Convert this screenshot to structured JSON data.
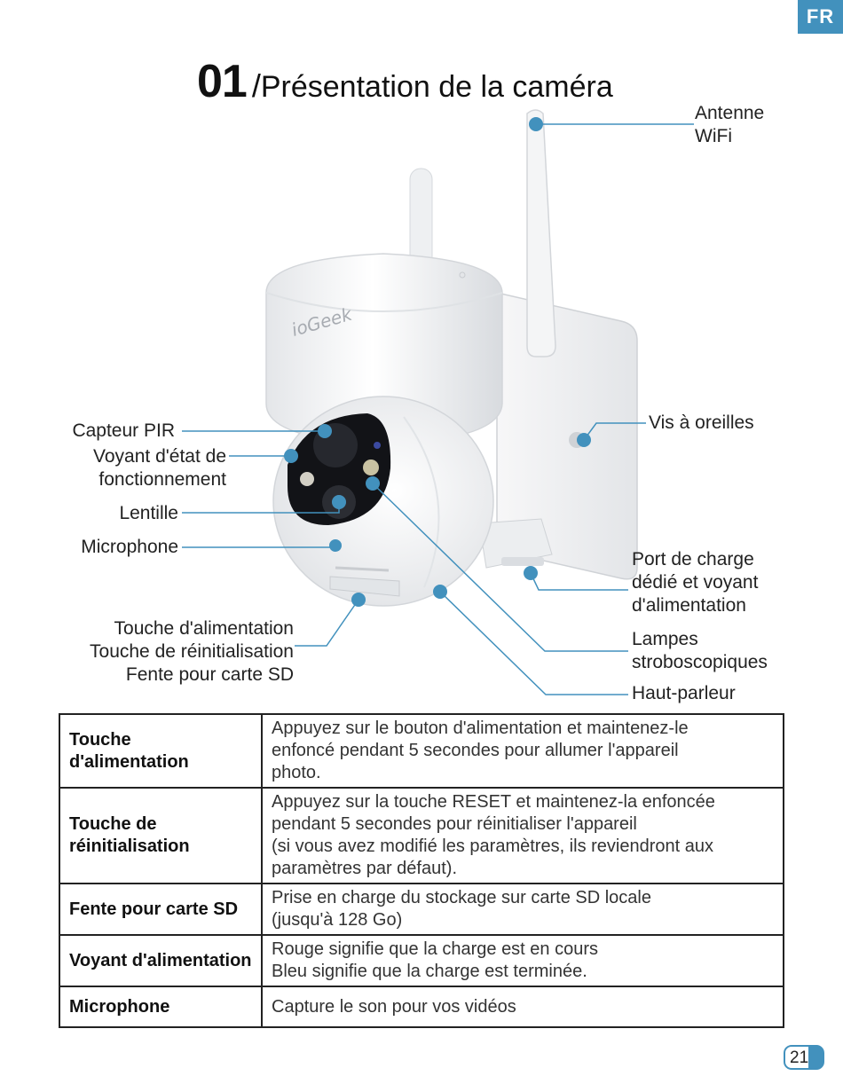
{
  "lang_tab": "FR",
  "title": {
    "number": "01",
    "slash": "/",
    "text": "Présentation de la caméra"
  },
  "camera": {
    "brand": "ioGeek"
  },
  "labels": {
    "antenna": [
      "Antenne",
      "WiFi"
    ],
    "pir": "Capteur PIR",
    "status_led": [
      "Voyant d'état de",
      "fonctionnement"
    ],
    "lens": "Lentille",
    "microphone": "Microphone",
    "buttons": [
      "Touche d'alimentation",
      "Touche de réinitialisation",
      "Fente pour carte SD"
    ],
    "ear_screws": "Vis à oreilles",
    "charge_port": [
      "Port de charge",
      "dédié et voyant",
      "d'alimentation"
    ],
    "strobe": [
      "Lampes",
      "stroboscopiques"
    ],
    "speaker": "Haut-parleur"
  },
  "table": [
    {
      "key": "Touche d'alimentation",
      "value": [
        "Appuyez sur le bouton d'alimentation et maintenez-le",
        "enfoncé pendant 5 secondes pour allumer l'appareil",
        "photo."
      ]
    },
    {
      "key": "Touche de réinitialisation",
      "value": [
        "Appuyez sur la touche RESET et maintenez-la enfoncée",
        "pendant 5 secondes pour réinitialiser l'appareil",
        "(si vous avez modifié les paramètres, ils reviendront aux",
        "paramètres par défaut)."
      ]
    },
    {
      "key": "Fente pour carte SD",
      "value": [
        "Prise en charge du stockage sur carte SD locale",
        "(jusqu'à 128 Go)"
      ]
    },
    {
      "key": "Voyant d'alimentation",
      "value": [
        "Rouge signifie que la charge est en cours",
        "Bleu signifie que la charge est terminée."
      ]
    },
    {
      "key": "Microphone",
      "value": [
        "Capture le son pour vos vidéos"
      ]
    }
  ],
  "page_number": "21",
  "accent_color": "#4291bd"
}
